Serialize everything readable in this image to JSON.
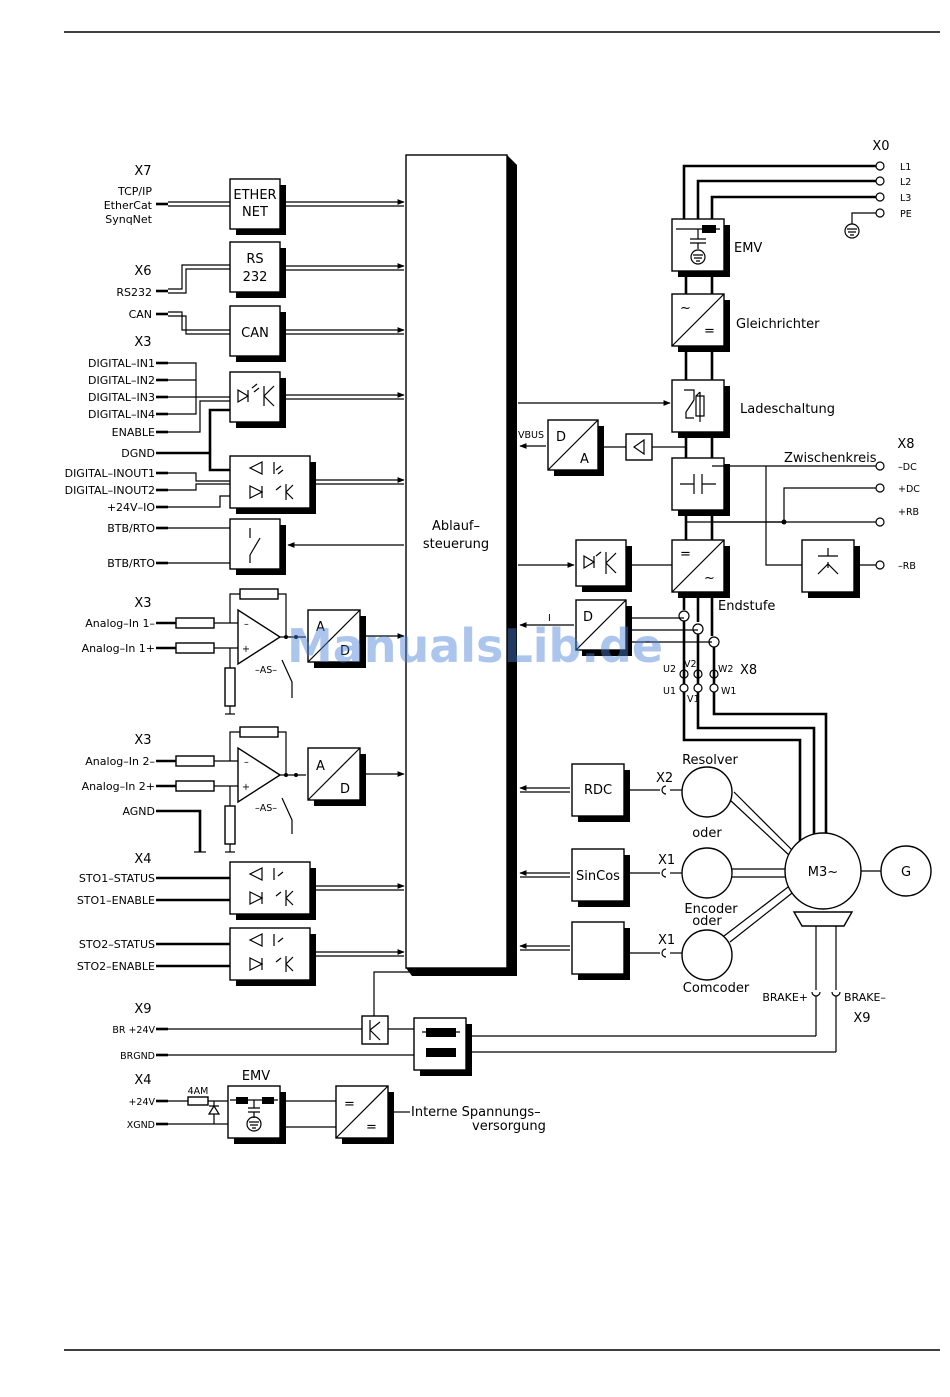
{
  "central": {
    "line1": "Ablauf–",
    "line2": "steuerung"
  },
  "watermark": "ManualsLib.de",
  "x7": {
    "title": "X7",
    "labels": [
      "TCP/IP",
      "EtherCat",
      "SynqNet"
    ],
    "block": [
      "ETHER",
      "NET"
    ]
  },
  "x6": {
    "title": "X6",
    "label": "RS232",
    "block": [
      "RS",
      "232"
    ]
  },
  "can": {
    "label": "CAN",
    "block": "CAN"
  },
  "x3_digital": {
    "title": "X3",
    "inputs": [
      "DIGITAL–IN1",
      "DIGITAL–IN2",
      "DIGITAL–IN3",
      "DIGITAL–IN4",
      "ENABLE"
    ],
    "dgnd": "DGND",
    "inouts": [
      "DIGITAL–INOUT1",
      "DIGITAL–INOUT2"
    ],
    "p24": "+24V–IO",
    "btb1": "BTB/RTO",
    "btb2": "BTB/RTO"
  },
  "analog1": {
    "title": "X3",
    "in_minus": "Analog–In 1–",
    "in_plus": "Analog–In 1+",
    "as": "–AS–",
    "adc": [
      "A",
      "D"
    ]
  },
  "analog2": {
    "title": "X3",
    "in_minus": "Analog–In 2–",
    "in_plus": "Analog–In 2+",
    "agnd": "AGND",
    "as": "–AS–",
    "adc": [
      "A",
      "D"
    ]
  },
  "sto": {
    "title": "X4",
    "labels": [
      "STO1–STATUS",
      "STO1–ENABLE",
      "STO2–STATUS",
      "STO2–ENABLE"
    ]
  },
  "x9_left": {
    "title": "X9",
    "br": "BR +24V",
    "brgnd": "BRGND"
  },
  "power": {
    "title": "X4",
    "p24": "+24V",
    "xgnd": "XGND",
    "fuse": "4AM",
    "emv": "EMV",
    "out1": "Interne Spannungs–",
    "out2": "versorgung"
  },
  "x0": {
    "title": "X0",
    "terminals": [
      "L1",
      "L2",
      "L3",
      "PE"
    ]
  },
  "right": {
    "emv": "EMV",
    "gleich": "Gleichrichter",
    "lade": "Ladeschaltung",
    "zwischen": "Zwischenkreis",
    "endstufe": "Endstufe",
    "vbus": "VBUS",
    "da": [
      "D",
      "A"
    ],
    "d": "D",
    "i": "I"
  },
  "x8": {
    "title": "X8",
    "terminals": [
      "–DC",
      "+DC",
      "+RB",
      "–RB"
    ]
  },
  "motor_conn": {
    "title": "X8",
    "upper": [
      "U2",
      "V2",
      "W2"
    ],
    "lower": [
      "U1",
      "V1",
      "W1"
    ]
  },
  "feedback": {
    "rdc": "RDC",
    "sincos": "SinCos",
    "x2": "X2",
    "x1a": "X1",
    "x1b": "X1",
    "resolver": "Resolver",
    "oder1": "oder",
    "encoder": "Encoder",
    "oder2": "oder",
    "comcoder": "Comcoder"
  },
  "motor": {
    "m": "M3~",
    "g": "G",
    "brake_p": "BRAKE+",
    "brake_m": "BRAKE–",
    "x9": "X9"
  }
}
